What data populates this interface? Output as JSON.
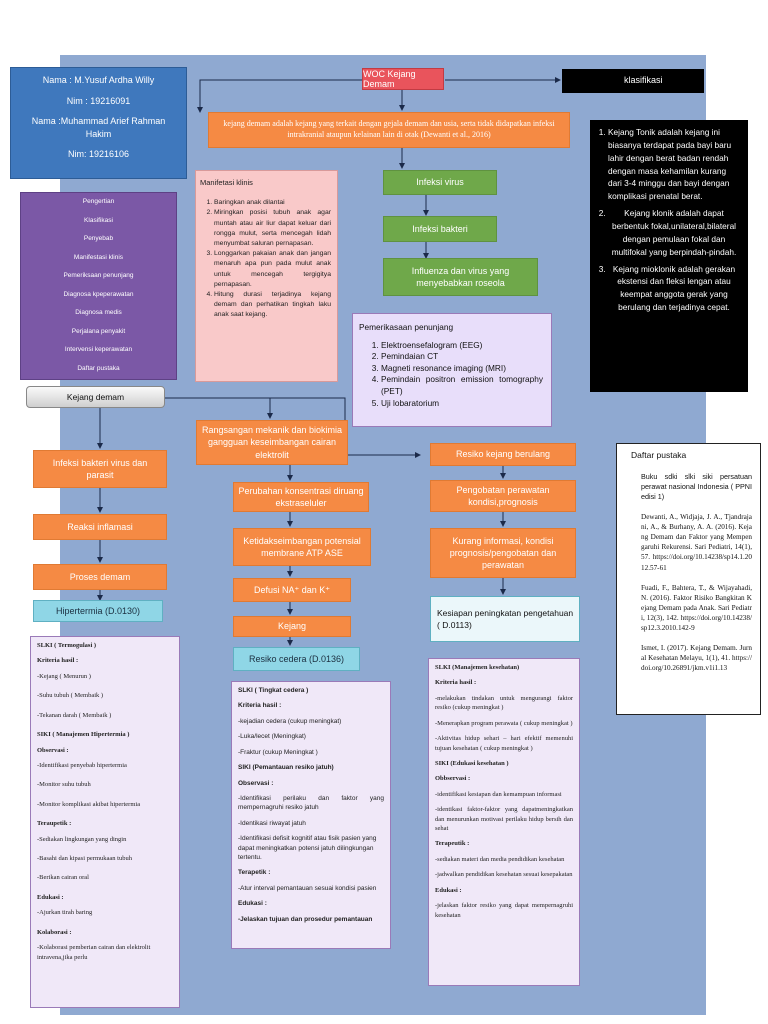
{
  "identity": {
    "name1": "Nama : M.Yusuf Ardha Willy",
    "nim1": "Nim : 19216091",
    "name2": "Nama :Muhammad Arief Rahman Hakim",
    "nim2": "Nim: 19216106"
  },
  "title": "WOC Kejang Demam",
  "klasifikasi": {
    "title": "klasifikasi",
    "items": [
      "Kejang Tonik adalah kejang ini biasanya terdapat pada bayi baru lahir dengan berat badan rendah dengan masa kehamilan kurang dari 3-4 minggu dan bayi dengan komplikasi prenatal berat.",
      "Kejang klonik adalah dapat berbentuk fokal,unilateral,bilateral dengan pemulaan fokal dan multifokal yang berpindah-pindah.",
      "Kejang mioklonik adalah gerakan ekstensi dan fleksi lengan atau keempat anggota gerak yang berulang dan terjadinya cepat."
    ]
  },
  "definition": "kejang demam adalah kejang yang terkait dengan gejala demam dan usia, serta tidak didapatkan infeksi intrakranial ataupun kelainan lain di otak (Dewanti et al., 2016)",
  "menu": [
    "Pengertian",
    "Klasifikasi",
    "Penyebab",
    "Manifestasi klinis",
    "Pemeriksaan penunjang",
    "Diagnosa kpeperawatan",
    "Diagnosa medis",
    "Perjalana penyakit",
    "Intervensi keperawatan",
    "Daftar pustaka"
  ],
  "manifestasi": {
    "title": "Manifetasi klinis",
    "items": [
      "Baringkan anak dilantai",
      "Miringkan posisi tubuh anak agar muntah atau air liur dapat keluar dari rongga mulut, serta mencegah lidah menyumbat saluran pernapasan.",
      "Longgarkan pakaian anak dan jangan menaruh apa pun pada mulut anak untuk mencegah tergigitya pernapasan.",
      "Hitung durasi terjadinya kejang demam dan perhatikan tingkah laku anak saat kejang."
    ]
  },
  "causes": {
    "infeksi_virus": "Infeksi virus",
    "infeksi_bakteri": "Infeksi bakteri",
    "influenza": "Influenza dan virus yang menyebabkan roseola"
  },
  "penunjang": {
    "title": "Pemerikasaan penunjang",
    "items": [
      "Elektroensefalogram (EEG)",
      "Pemindaian CT",
      "Magneti resonance imaging (MRI)",
      "Pemindain positron emission tomography (PET)",
      "Uji lobaratorium"
    ]
  },
  "kejang_demam": "Kejang demam",
  "left_chain": {
    "infeksi": "Infeksi bakteri virus dan parasit",
    "inflamasi": "Reaksi inflamasi",
    "proses": "Proses demam",
    "dx": "Hipertermia (D.0130)"
  },
  "mid_chain": {
    "rangsangan": "Rangsangan mekanik dan biokimia gangguan keseimbangan cairan elektrolit",
    "perubahan": "Perubahan konsentrasi diruang ekstraseluler",
    "ketidak": "Ketidakseimbangan potensial membrane ATP ASE",
    "defusi": "Defusi NA⁺ dan K⁺",
    "kejang": "Kejang",
    "dx": "Resiko cedera (D.0136)"
  },
  "right_chain": {
    "resiko": "Resiko kejang berulang",
    "pengobatan": "Pengobatan perawatan kondisi,prognosis",
    "kurang": "Kurang informasi, kondisi prognosis/pengobatan dan perawatan",
    "dx": "Kesiapan peningkatan pengetahuan ( D.0113)"
  },
  "pustaka": {
    "title": "Daftar pustaka",
    "refs": [
      "Buku sdki slki siki persatuan perawat nasional Indonesia ( PPNI edisi 1)",
      "Dewanti, A., Widjaja, J. A., Tjandrajani, A., & Burhany, A. A. (2016). Kejang Demam dan Faktor yang Mempengaruhi Rekurensi. Sari Pediatri, 14(1), 57. https://doi.org/10.14238/sp14.1.2012.57-61",
      "Fuadi, F., Bahtera, T., & Wijayahadi, N. (2016). Faktor Risiko Bangkitan Kejang Demam pada Anak. Sari Pediatri, 12(3), 142. https://doi.org/10.14238/sp12.3.2010.142-9",
      "Ismet, I. (2017). Kejang Demam. Jurnal Kesehatan Melayu, 1(1), 41. https://doi.org/10.26891/jkm.v1i1.13"
    ]
  },
  "intervensi_left": {
    "slki": "SLKI ( Termogulasi )",
    "kriteria": "Kriteria hasil :",
    "k1": "-Kejang ( Menurun )",
    "k2": "-Suhu tubuh ( Membaik )",
    "k3": "-Tekanan darah ( Membaik )",
    "siki": "SIKI ( Manajemen Hipertermia )",
    "obs": "Observasi :",
    "o1": "-Identifikasi penyebab hipertermia",
    "o2": "-Monitor suhu tubuh",
    "o3": "-Monitor komplikasi akibat hipertermia",
    "ter": "Teraupetik :",
    "t1": "-Sediakan lingkungan yang dingin",
    "t2": "-Basahi dan kipasi permukaan tubuh",
    "t3": "-Berikan cairan oral",
    "edu": "Edukasi :",
    "e1": "-Ajurkan tirah baring",
    "kol": "Kolaborasi :",
    "c1": "-Kolaborasi pemberian cairan dan elektrolit intravena,jika perlu"
  },
  "intervensi_mid": {
    "slki": "SLKI ( Tingkat cedera )",
    "kriteria": "Kriteria hasil :",
    "k1": "-kejadian cedera (cukup meningkat)",
    "k2": "-Luka/lecet (Meningkat)",
    "k3": "-Fraktur (cukup Meningkat )",
    "siki": "SIKI (Pemantauan resiko jatuh)",
    "obs": "Observasi :",
    "o1": "-Identifikasi perilaku dan faktor yang mempernagruhi resiko jatuh",
    "o2": "-Identikasi riwayat jatuh",
    "o3": "-Identifikasi defisit kognitif atau fisik pasien yang dapat meningkatkan potensi jatuh dilingkungan tertentu.",
    "ter": "Terapetik :",
    "t1": "-Atur interval pemantauan sesuai kondisi pasien",
    "edu": "Edukasi :",
    "e1": "-Jelaskan tujuan dan prosedur pemantauan"
  },
  "intervensi_right": {
    "slki": "SLKI (Manajemen kesehatan)",
    "kriteria": "Kriteria hasil :",
    "k1": "-melakukan tindakan untuk mengurangi faktor resiko (cukup meningkat )",
    "k2": "-Menerapkan program perawata ( cukup meningkat )",
    "k3": "-Aktivitas hidup sehari – hari efektif memenuhi tujuan kesehatan ( cukup meningkat )",
    "siki": "SIKI (Edukasi kesehatan )",
    "obs": "Obbservasi :",
    "o1": "-identifikasi kesiapan dan kemampuan informasi",
    "o2": "-identikasi faktor-faktor yang dapatmeningkatkan dan menurunkan motivasi perilaku hidup bersih dan sehat",
    "ter": "Terapeutik :",
    "t1": "-sediakan materi dan media pendidikan kesehatan",
    "t2": "-jadwalkan pendidikan kesehatan sesuai kesepakatan",
    "edu": "Edukasi :",
    "e1": "-jelaskan faktor resiko yang dapat mempernagruhi kesehatan"
  },
  "colors": {
    "background": "#8fa9d1",
    "orange": "#f58a44",
    "green": "#6fa84a",
    "purple": "#7b58a6",
    "blue": "#3f78bd",
    "teal": "#8fd6e6"
  }
}
